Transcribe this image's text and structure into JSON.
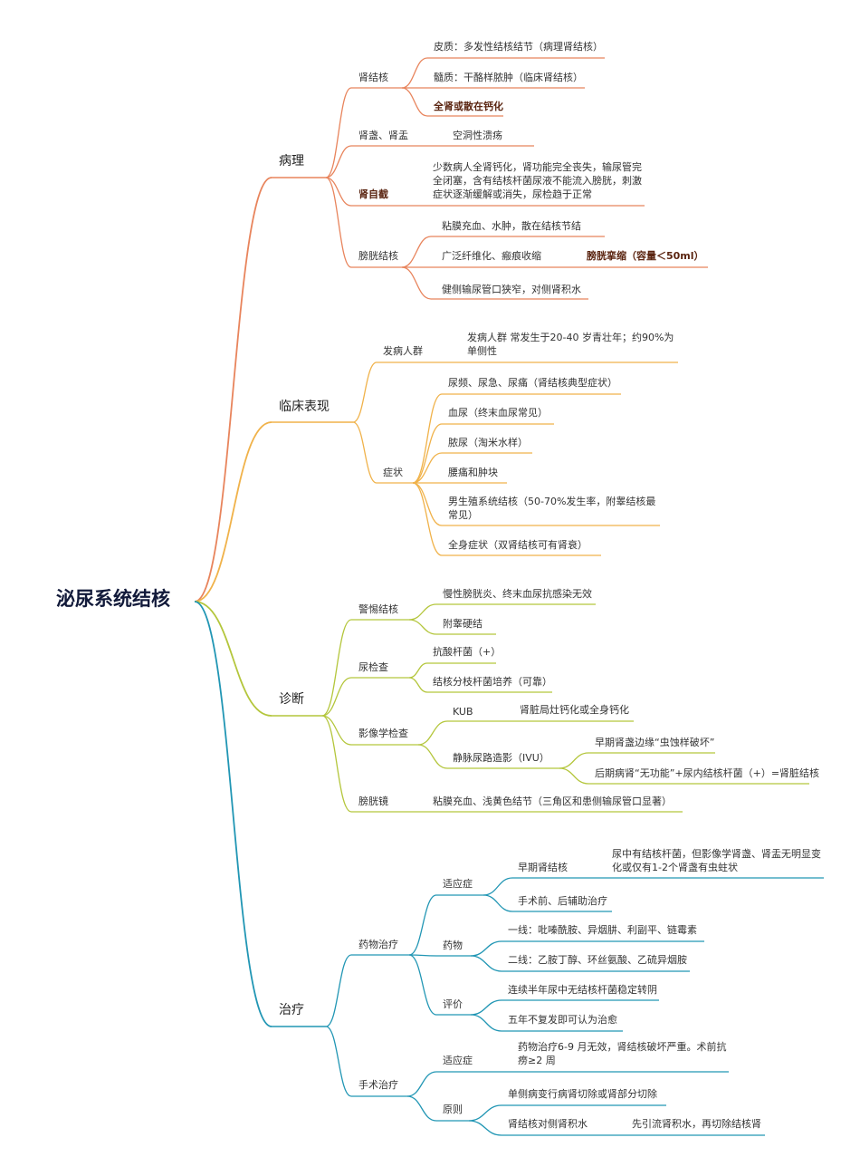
{
  "colors": {
    "path": "#E8845C",
    "clin": "#F0B24A",
    "diag": "#B4C63C",
    "treat": "#2196B4"
  },
  "root": "泌尿系统结核",
  "pathology": {
    "title": "病理",
    "renal_tb": {
      "label": "肾结核",
      "cortex": "皮质：多发性结核结节（病理肾结核）",
      "medulla": "髓质：干酪样脓肿（临床肾结核）",
      "calc": "全肾或散在钙化"
    },
    "calyx": {
      "label": "肾盏、肾盂",
      "desc": "空洞性溃疡"
    },
    "autonephrectomy": {
      "label": "肾自截",
      "desc": "少数病人全肾钙化，肾功能完全丧失，输尿管完全闭塞，含有结核杆菌尿液不能流入膀胱，刺激症状逐渐缓解或消失，尿检趋于正常"
    },
    "bladder": {
      "label": "膀胱结核",
      "items": [
        "粘膜充血、水肿，散在结核节结",
        "广泛纤维化、瘢痕收缩",
        "健侧输尿管口狭窄，对侧肾积水"
      ],
      "contracture": "膀胱挛缩（容量＜50ml）"
    }
  },
  "clinical": {
    "title": "临床表现",
    "group": {
      "label": "发病人群",
      "desc": "发病人群 常发生于20-40 岁青壮年；约90%为单侧性"
    },
    "symptoms": {
      "label": "症状",
      "items": [
        "尿频、尿急、尿痛（肾结核典型症状）",
        "血尿（终末血尿常见）",
        "脓尿（淘米水样）",
        "腰痛和肿块",
        "男生殖系统结核（50-70%发生率，附睾结核最常见）",
        "全身症状（双肾结核可有肾衰）"
      ]
    }
  },
  "diagnosis": {
    "title": "诊断",
    "alert": {
      "label": "警惕结核",
      "items": [
        "慢性膀胱炎、终末血尿抗感染无效",
        "附睾硬结"
      ]
    },
    "urine": {
      "label": "尿检查",
      "items": [
        "抗酸杆菌（+）",
        "结核分枝杆菌培养（可靠）"
      ]
    },
    "imaging": {
      "label": "影像学检查",
      "kub": "KUB",
      "kub_desc": "肾脏局灶钙化或全身钙化",
      "ivu": "静脉尿路造影（IVU）",
      "ivu_items": [
        "早期肾盏边缘“虫蚀样破坏”",
        "后期病肾“无功能”+尿内结核杆菌（+）=肾脏结核"
      ]
    },
    "cystoscopy": {
      "label": "膀胱镜",
      "desc": "粘膜充血、浅黄色结节（三角区和患侧输尿管口显著）"
    }
  },
  "treatment": {
    "title": "治疗",
    "drug": {
      "label": "药物治疗",
      "indication": {
        "label": "适应症",
        "early": "早期肾结核",
        "early_desc": "尿中有结核杆菌，但影像学肾盏、肾盂无明显变化或仅有1-2个肾盏有虫蛀状",
        "periop": "手术前、后辅助治疗"
      },
      "drugs": {
        "label": "药物",
        "items": [
          "一线：吡嗪酰胺、异烟肼、利副平、链霉素",
          "二线：乙胺丁醇、环丝氨酸、乙硫异烟胺"
        ]
      },
      "evaluation": {
        "label": "评价",
        "items": [
          "连续半年尿中无结核杆菌稳定转阴",
          "五年不复发即可认为治愈"
        ]
      }
    },
    "surgery": {
      "label": "手术治疗",
      "indication": {
        "label": "适应症",
        "desc": "药物治疗6-9 月无效，肾结核破坏严重。术前抗痨≥2 周"
      },
      "principle": {
        "label": "原则",
        "items": [
          "单侧病变行病肾切除或肾部分切除",
          "肾结核对侧肾积水"
        ],
        "hydro_desc": "先引流肾积水，再切除结核肾"
      }
    }
  }
}
